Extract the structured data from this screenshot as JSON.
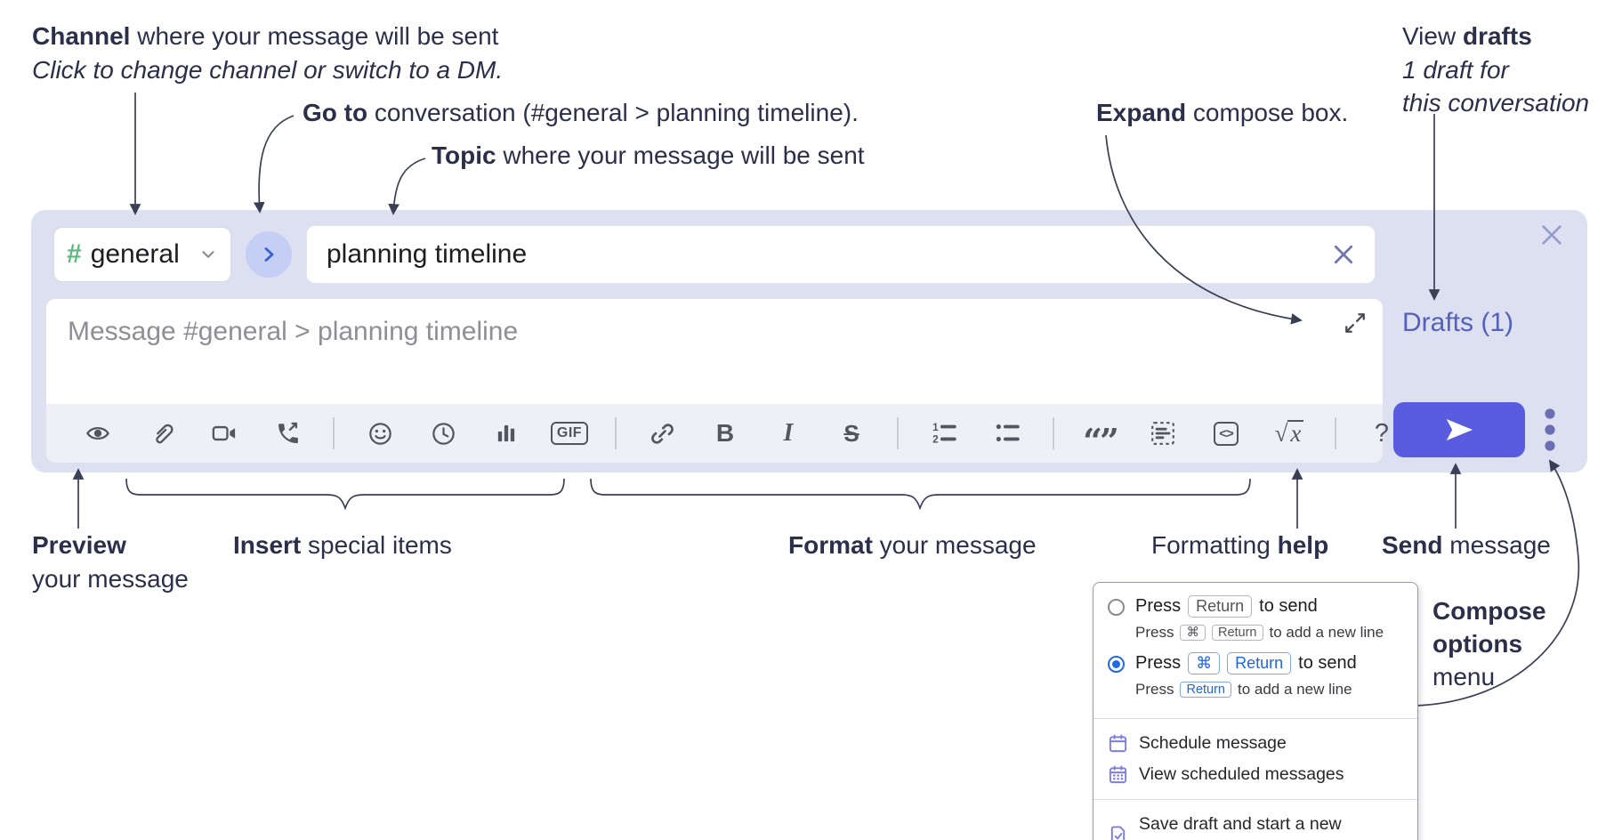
{
  "annotations": {
    "channel_bold": "Channel",
    "channel_rest": " where your message will be sent",
    "channel_sub": "Click to change channel or switch to a DM.",
    "goto_bold": "Go to",
    "goto_rest": " conversation (#general > planning timeline).",
    "topic_bold": "Topic",
    "topic_rest": " where your message will be sent",
    "expand_bold": "Expand",
    "expand_rest": " compose box.",
    "drafts_pre": "View ",
    "drafts_bold": "drafts",
    "drafts_sub1": "1 draft for",
    "drafts_sub2": "this conversation",
    "preview_bold": "Preview",
    "preview_line2": "your message",
    "insert_bold": "Insert",
    "insert_rest": " special items",
    "format_bold": "Format",
    "format_rest": " your message",
    "help_pre": "Formatting ",
    "help_bold": "help",
    "send_bold": "Send",
    "send_rest": " message",
    "compose_line1": "Compose",
    "compose_line2": "options",
    "compose_line3": "menu"
  },
  "compose": {
    "channel_hash": "#",
    "channel_name": "general",
    "topic_value": "planning timeline",
    "message_placeholder": "Message #general > planning timeline",
    "drafts_link": "Drafts (1)"
  },
  "toolbar": {
    "gif": "GIF",
    "bold": "B",
    "italic": "I",
    "strike": "S",
    "quote": "“”",
    "code": "<>",
    "formula_root": "√",
    "formula_x": "x",
    "help": "?",
    "icon_names": [
      "eye",
      "paperclip",
      "video-camera",
      "phone-call",
      "emoji",
      "clock",
      "bar-chart",
      "gif",
      "link",
      "bold",
      "italic",
      "strikethrough",
      "ordered-list",
      "bullet-list",
      "blockquote",
      "code-block",
      "code",
      "formula",
      "help"
    ]
  },
  "menu": {
    "opt1_press": "Press",
    "opt1_key": "Return",
    "opt1_suffix": "to send",
    "opt1_sub_press": "Press",
    "opt1_sub_key1": "⌘",
    "opt1_sub_key2": "Return",
    "opt1_sub_suffix": "to add a new line",
    "opt2_press": "Press",
    "opt2_key1": "⌘",
    "opt2_key2": "Return",
    "opt2_suffix": "to send",
    "opt2_sub_press": "Press",
    "opt2_sub_key": "Return",
    "opt2_sub_suffix": "to add a new line",
    "item_schedule": "Schedule message",
    "item_view_scheduled": "View scheduled messages",
    "item_save_draft": "Save draft and start a new message"
  },
  "colors": {
    "container_bg": "#dce0f1",
    "send_button": "#5a5ce0",
    "drafts_link": "#5560bb",
    "radio_selected": "#2368e4",
    "menu_icon_purple": "#7b7de0",
    "channel_hash_green": "#5db87e",
    "annotation_text": "#2b2f4a"
  }
}
